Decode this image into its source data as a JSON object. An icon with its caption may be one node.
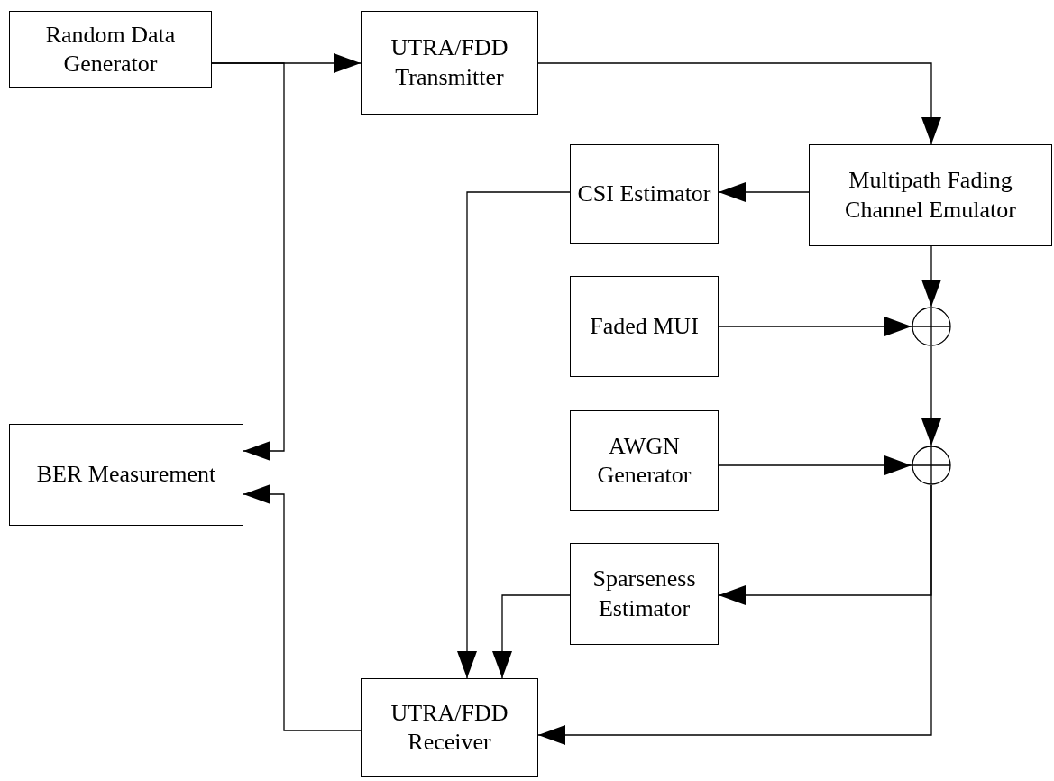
{
  "diagram": {
    "nodes": [
      {
        "text": [
          "Random Data Generator"
        ]
      },
      {
        "text": [
          "UTRA/FDD Transmitter"
        ]
      },
      {
        "text": [
          "CSI Estimator"
        ]
      },
      {
        "text": [
          "Multipath Fading Channel Emulator"
        ]
      },
      {
        "text": [
          "Faded MUI"
        ]
      },
      {
        "text": [],
        "shape": "circle"
      },
      {
        "text": [
          "AWGN Generator"
        ]
      },
      {
        "text": [],
        "shape": "circle"
      },
      {
        "text": [
          "BER Measurement"
        ]
      },
      {
        "text": [
          "Sparseness Estimator"
        ]
      },
      {
        "text": [
          "UTRA/FDD Receiver"
        ]
      }
    ],
    "edges": [
      {
        "from": 0,
        "to": 1,
        "arrow": "to"
      },
      {
        "from": 0,
        "to": 8,
        "arrow": "to"
      },
      {
        "from": 1,
        "to": 3,
        "arrow": "to"
      },
      {
        "from": 3,
        "to": 2,
        "arrow": "to"
      },
      {
        "from": 3,
        "to": 5,
        "arrow": "to"
      },
      {
        "from": 4,
        "to": 5,
        "arrow": "to"
      },
      {
        "from": 5,
        "to": 7,
        "arrow": "to"
      },
      {
        "from": 6,
        "to": 7,
        "arrow": "to"
      },
      {
        "from": 7,
        "to": 9,
        "arrow": "to"
      },
      {
        "from": 7,
        "to": 10,
        "arrow": "to"
      },
      {
        "from": 2,
        "to": 10,
        "arrow": "to"
      },
      {
        "from": 9,
        "to": 10,
        "arrow": "to"
      },
      {
        "from": 10,
        "to": 8,
        "arrow": "to"
      }
    ]
  }
}
